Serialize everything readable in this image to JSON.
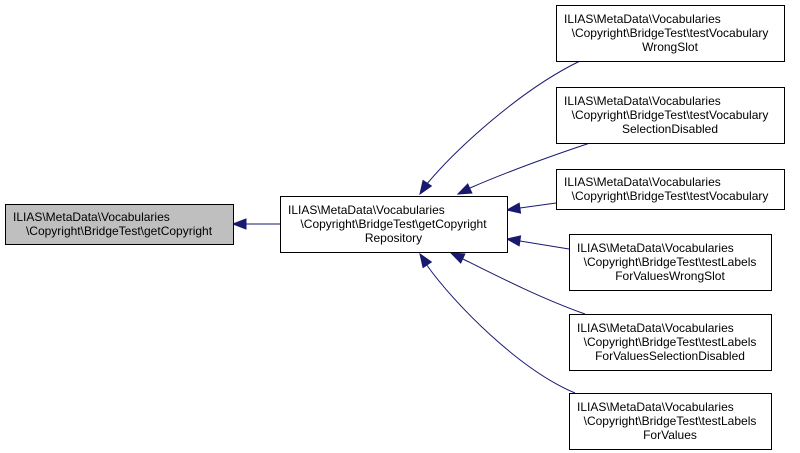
{
  "diagram": {
    "nodes": [
      {
        "id": "getCopyright",
        "lines": [
          "ILIAS\\MetaData\\Vocabularies",
          "\\Copyright\\BridgeTest\\getCopyright"
        ],
        "focus": true
      },
      {
        "id": "getCopyrightRepository",
        "lines": [
          "ILIAS\\MetaData\\Vocabularies",
          "\\Copyright\\BridgeTest\\getCopyright",
          "Repository"
        ],
        "focus": false
      },
      {
        "id": "testVocabularyWrongSlot",
        "lines": [
          "ILIAS\\MetaData\\Vocabularies",
          "\\Copyright\\BridgeTest\\testVocabulary",
          "WrongSlot"
        ],
        "focus": false
      },
      {
        "id": "testVocabularySelectionDisabled",
        "lines": [
          "ILIAS\\MetaData\\Vocabularies",
          "\\Copyright\\BridgeTest\\testVocabulary",
          "SelectionDisabled"
        ],
        "focus": false
      },
      {
        "id": "testVocabulary",
        "lines": [
          "ILIAS\\MetaData\\Vocabularies",
          "\\Copyright\\BridgeTest\\testVocabulary"
        ],
        "focus": false
      },
      {
        "id": "testLabelsForValuesWrongSlot",
        "lines": [
          "ILIAS\\MetaData\\Vocabularies",
          "\\Copyright\\BridgeTest\\testLabels",
          "ForValuesWrongSlot"
        ],
        "focus": false
      },
      {
        "id": "testLabelsForValuesSelectionDisabled",
        "lines": [
          "ILIAS\\MetaData\\Vocabularies",
          "\\Copyright\\BridgeTest\\testLabels",
          "ForValuesSelectionDisabled"
        ],
        "focus": false
      },
      {
        "id": "testLabelsForValues",
        "lines": [
          "ILIAS\\MetaData\\Vocabularies",
          "\\Copyright\\BridgeTest\\testLabels",
          "ForValues"
        ],
        "focus": false
      }
    ],
    "edges": [
      {
        "from": "getCopyrightRepository",
        "to": "getCopyright"
      },
      {
        "from": "testVocabularyWrongSlot",
        "to": "getCopyrightRepository"
      },
      {
        "from": "testVocabularySelectionDisabled",
        "to": "getCopyrightRepository"
      },
      {
        "from": "testVocabulary",
        "to": "getCopyrightRepository"
      },
      {
        "from": "testLabelsForValuesWrongSlot",
        "to": "getCopyrightRepository"
      },
      {
        "from": "testLabelsForValuesSelectionDisabled",
        "to": "getCopyrightRepository"
      },
      {
        "from": "testLabelsForValues",
        "to": "getCopyrightRepository"
      }
    ]
  }
}
